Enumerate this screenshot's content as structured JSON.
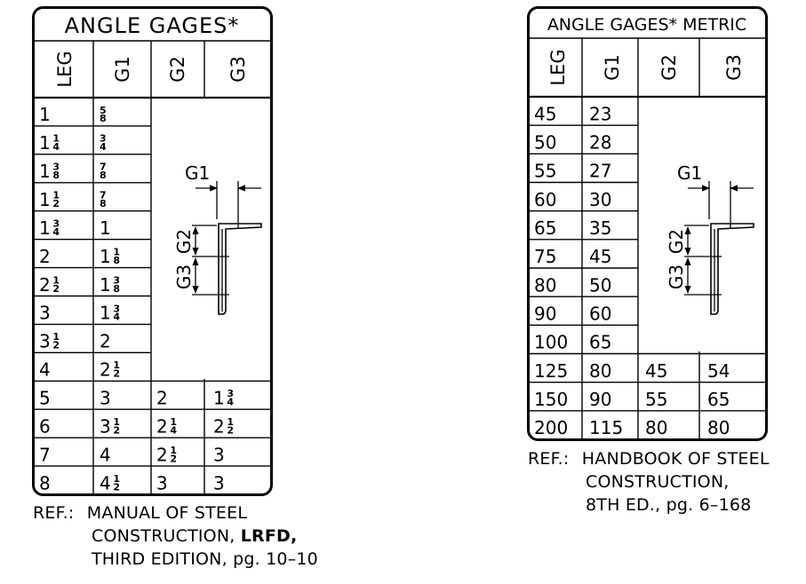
{
  "left_table": {
    "title": "ANGLE GAGES*",
    "headers": [
      "LEG",
      "G1",
      "G2",
      "G3"
    ],
    "rows": [
      {
        "leg": "1",
        "g1": "5/8",
        "g2": "",
        "g3": ""
      },
      {
        "leg": "1 1/4",
        "g1": "3/4",
        "g2": "",
        "g3": ""
      },
      {
        "leg": "1 3/8",
        "g1": "7/8",
        "g2": "",
        "g3": ""
      },
      {
        "leg": "1 1/2",
        "g1": "7/8",
        "g2": "",
        "g3": ""
      },
      {
        "leg": "1 3/4",
        "g1": "1",
        "g2": "",
        "g3": ""
      },
      {
        "leg": "2",
        "g1": "1 1/8",
        "g2": "",
        "g3": ""
      },
      {
        "leg": "2 1/2",
        "g1": "1 3/8",
        "g2": "",
        "g3": ""
      },
      {
        "leg": "3",
        "g1": "1 3/4",
        "g2": "",
        "g3": ""
      },
      {
        "leg": "3 1/2",
        "g1": "2",
        "g2": "",
        "g3": ""
      },
      {
        "leg": "4",
        "g1": "2 1/2",
        "g2": "",
        "g3": ""
      },
      {
        "leg": "5",
        "g1": "3",
        "g2": "2",
        "g3": "1 3/4"
      },
      {
        "leg": "6",
        "g1": "3 1/2",
        "g2": "2 1/4",
        "g3": "2 1/2"
      },
      {
        "leg": "7",
        "g1": "4",
        "g2": "2 1/2",
        "g3": "3"
      },
      {
        "leg": "8",
        "g1": "4 1/2",
        "g2": "3",
        "g3": "3"
      }
    ],
    "diagram_labels": {
      "g1": "G1",
      "g2": "G2",
      "g3": "G3"
    },
    "ref": {
      "prefix": "REF.:",
      "line1": "MANUAL OF STEEL",
      "line2a": "CONSTRUCTION, ",
      "line2b": "LRFD,",
      "line3": "THIRD EDITION, pg. 10–10"
    }
  },
  "right_table": {
    "title": "ANGLE GAGES* METRIC",
    "headers": [
      "LEG",
      "G1",
      "G2",
      "G3"
    ],
    "rows": [
      {
        "leg": "45",
        "g1": "23",
        "g2": "",
        "g3": ""
      },
      {
        "leg": "50",
        "g1": "28",
        "g2": "",
        "g3": ""
      },
      {
        "leg": "55",
        "g1": "27",
        "g2": "",
        "g3": ""
      },
      {
        "leg": "60",
        "g1": "30",
        "g2": "",
        "g3": ""
      },
      {
        "leg": "65",
        "g1": "35",
        "g2": "",
        "g3": ""
      },
      {
        "leg": "75",
        "g1": "45",
        "g2": "",
        "g3": ""
      },
      {
        "leg": "80",
        "g1": "50",
        "g2": "",
        "g3": ""
      },
      {
        "leg": "90",
        "g1": "60",
        "g2": "",
        "g3": ""
      },
      {
        "leg": "100",
        "g1": "65",
        "g2": "",
        "g3": ""
      },
      {
        "leg": "125",
        "g1": "80",
        "g2": "45",
        "g3": "54"
      },
      {
        "leg": "150",
        "g1": "90",
        "g2": "55",
        "g3": "65"
      },
      {
        "leg": "200",
        "g1": "115",
        "g2": "80",
        "g3": "80"
      }
    ],
    "diagram_labels": {
      "g1": "G1",
      "g2": "G2",
      "g3": "G3"
    },
    "ref": {
      "prefix": "REF.:",
      "line1": "HANDBOOK OF STEEL",
      "line2": "CONSTRUCTION,",
      "line3": "8TH ED., pg. 6–168"
    }
  }
}
